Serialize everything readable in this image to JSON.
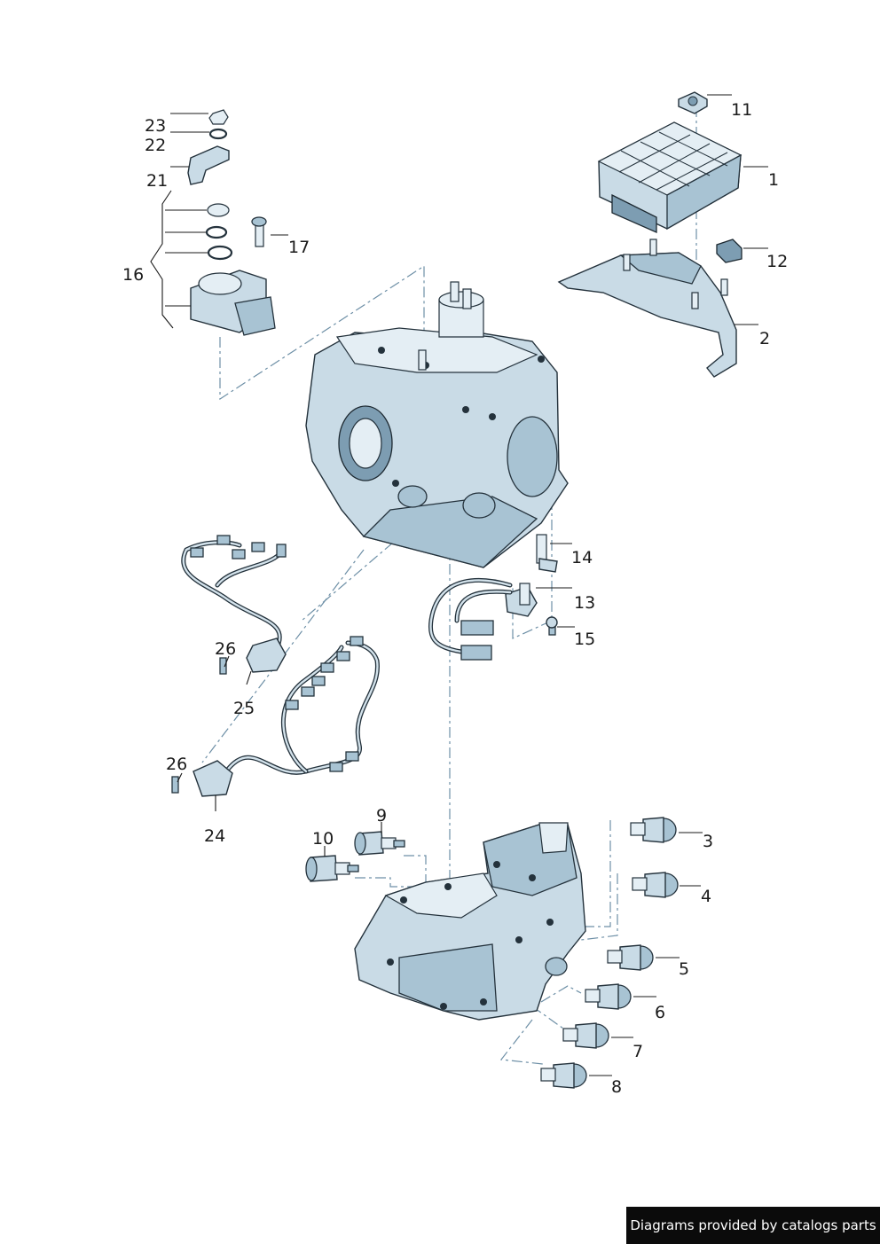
{
  "callouts": [
    {
      "id": "1",
      "label": "1"
    },
    {
      "id": "2",
      "label": "2"
    },
    {
      "id": "3",
      "label": "3"
    },
    {
      "id": "4",
      "label": "4"
    },
    {
      "id": "5",
      "label": "5"
    },
    {
      "id": "6",
      "label": "6"
    },
    {
      "id": "7",
      "label": "7"
    },
    {
      "id": "8",
      "label": "8"
    },
    {
      "id": "9",
      "label": "9"
    },
    {
      "id": "10",
      "label": "10"
    },
    {
      "id": "11",
      "label": "11"
    },
    {
      "id": "12",
      "label": "12"
    },
    {
      "id": "13",
      "label": "13"
    },
    {
      "id": "14",
      "label": "14"
    },
    {
      "id": "15",
      "label": "15"
    },
    {
      "id": "16",
      "label": "16"
    },
    {
      "id": "17",
      "label": "17"
    },
    {
      "id": "21",
      "label": "21"
    },
    {
      "id": "22",
      "label": "22"
    },
    {
      "id": "23",
      "label": "23"
    },
    {
      "id": "24",
      "label": "24"
    },
    {
      "id": "25",
      "label": "25"
    },
    {
      "id": "26a",
      "label": "26"
    },
    {
      "id": "26b",
      "label": "26"
    }
  ],
  "footer": {
    "text": "Diagrams provided by catalogs parts"
  },
  "colors": {
    "part_fill": "#c9dbe6",
    "part_outline": "#24323c",
    "leader_dash": "#6d8fa6",
    "footer_bg": "#0b0b0b"
  }
}
